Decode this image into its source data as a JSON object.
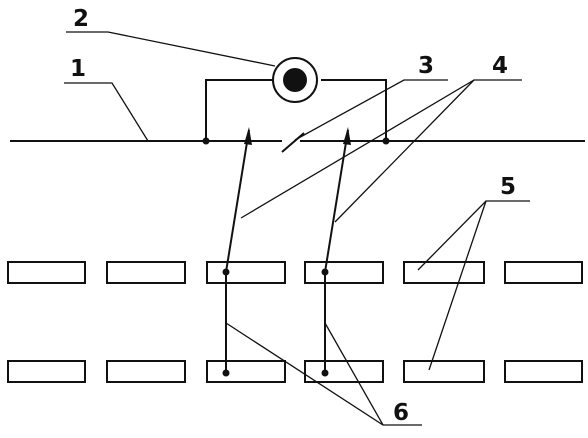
{
  "labels": {
    "n1": "1",
    "n2": "2",
    "n3": "3",
    "n4": "4",
    "n5": "5",
    "n6": "6"
  },
  "colors": {
    "ink": "#111111",
    "background": "#ffffff"
  },
  "icons": {
    "source": "circle-dot-icon"
  }
}
